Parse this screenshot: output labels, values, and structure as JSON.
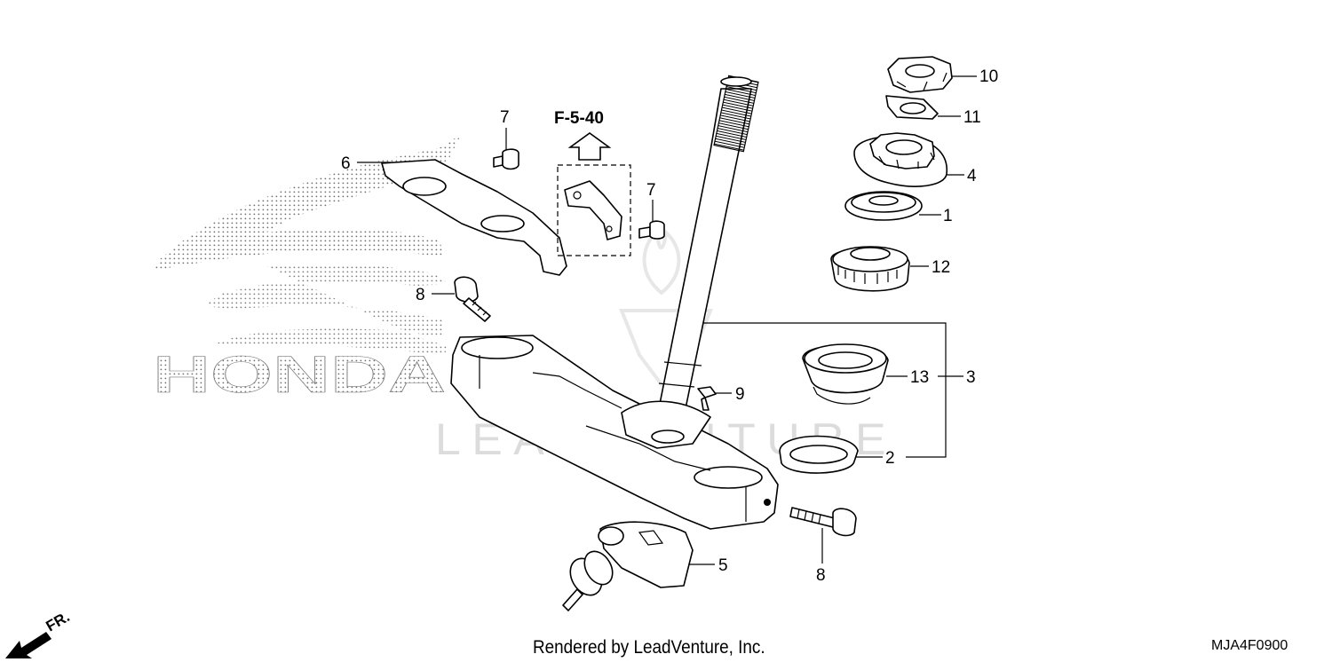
{
  "diagram": {
    "reference": {
      "label": "F-5-40"
    },
    "front_marker": {
      "label": "FR."
    },
    "watermarks": {
      "brand": "HONDA",
      "publisher": "LEADVENTURE"
    },
    "callouts": [
      {
        "id": "c10",
        "label": "10"
      },
      {
        "id": "c11",
        "label": "11"
      },
      {
        "id": "c4",
        "label": "4"
      },
      {
        "id": "c1",
        "label": "1"
      },
      {
        "id": "c12",
        "label": "12"
      },
      {
        "id": "c13",
        "label": "13"
      },
      {
        "id": "c3",
        "label": "3"
      },
      {
        "id": "c2",
        "label": "2"
      },
      {
        "id": "c9",
        "label": "9"
      },
      {
        "id": "c7a",
        "label": "7"
      },
      {
        "id": "c7b",
        "label": "7"
      },
      {
        "id": "c6",
        "label": "6"
      },
      {
        "id": "c8a",
        "label": "8"
      },
      {
        "id": "c8b",
        "label": "8"
      },
      {
        "id": "c5",
        "label": "5"
      }
    ]
  },
  "footer": {
    "credit": "Rendered by LeadVenture, Inc.",
    "code": "MJA4F0900"
  }
}
